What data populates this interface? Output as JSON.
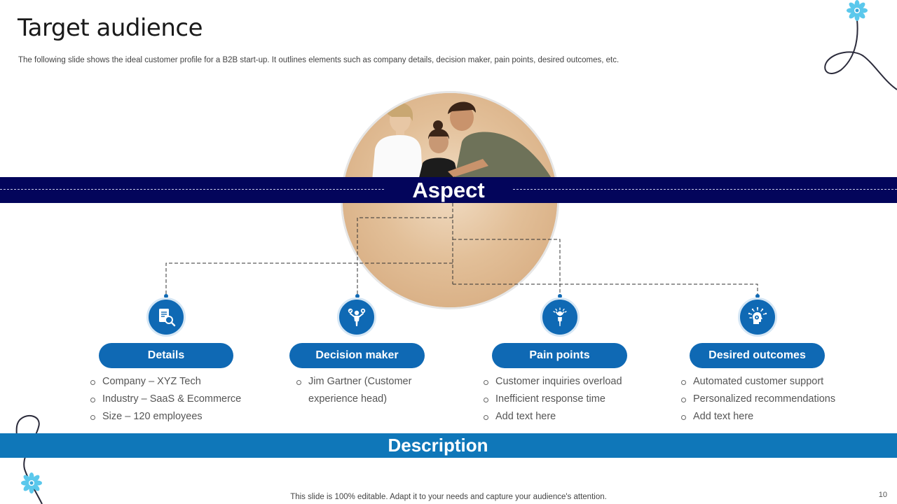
{
  "header": {
    "title": "Target audience",
    "subtitle": "The following slide shows the ideal customer profile for a B2B start-up. It outlines elements such as company details, decision maker, pain points, desired outcomes, etc."
  },
  "aspect_label": "Aspect",
  "description_label": "Description",
  "columns": [
    {
      "label": "Details",
      "icon": "document-search-icon",
      "items": [
        "Company – XYZ Tech",
        "Industry – SaaS & Ecommerce",
        "Size – 120 employees"
      ]
    },
    {
      "label": "Decision maker",
      "icon": "person-decision-icon",
      "items": [
        "Jim Gartner (Customer experience head)"
      ]
    },
    {
      "label": "Pain points",
      "icon": "stressed-person-icon",
      "items": [
        "Customer inquiries overload",
        "Inefficient response time",
        "Add text here"
      ]
    },
    {
      "label": "Desired outcomes",
      "icon": "head-gear-icon",
      "items": [
        "Automated customer support",
        "Personalized recommendations",
        "Add text here"
      ]
    }
  ],
  "footer": "This slide is 100% editable. Adapt it to your needs and capture your audience's attention.",
  "page_number": "10",
  "colors": {
    "navy": "#03055b",
    "blue": "#0f69b4",
    "desc_blue": "#0f77b9",
    "flower": "#5bc8ec"
  }
}
